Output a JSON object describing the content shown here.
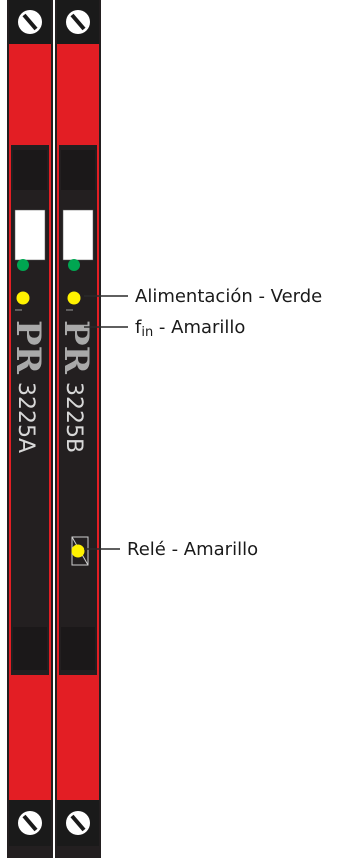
{
  "modules": [
    {
      "logo": "PR",
      "model": "3225A"
    },
    {
      "logo": "PR",
      "model": "3225B"
    }
  ],
  "labels": {
    "power": "Alimentación - Verde",
    "fin_main": "f",
    "fin_sub": "in",
    "fin_rest": " - Amarillo",
    "relay": "Relé - Amarillo"
  },
  "colors": {
    "body": "#e31e24",
    "front_panel": "#231f20",
    "led_power": "#00a651",
    "led_signal": "#fff200",
    "window": "#ffffff"
  }
}
